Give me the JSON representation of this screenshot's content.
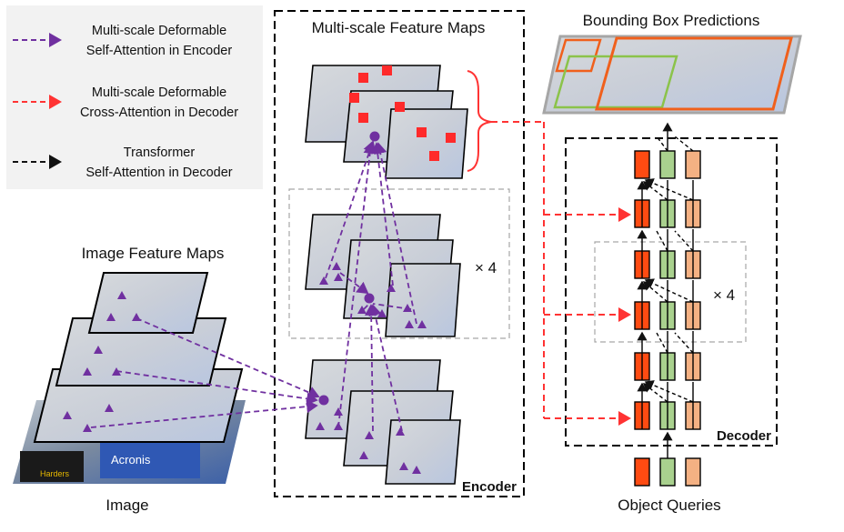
{
  "legend": {
    "items": [
      {
        "line1": "Multi-scale Deformable",
        "line2": "Self-Attention in Encoder",
        "color": "#7030a0"
      },
      {
        "line1": "Multi-scale Deformable",
        "line2": "Cross-Attention in Decoder",
        "color": "#ff3333"
      },
      {
        "line1": "Transformer",
        "line2": "Self-Attention in Decoder",
        "color": "#111111"
      }
    ]
  },
  "labels": {
    "image_feature_maps": "Image Feature Maps",
    "image": "Image",
    "multiscale_feature_maps": "Multi-scale Feature Maps",
    "encoder": "Encoder",
    "repeat_encoder": "× 4",
    "bounding_box_predictions": "Bounding Box Predictions",
    "decoder": "Decoder",
    "repeat_decoder": "× 4",
    "object_queries": "Object Queries"
  },
  "photo": {
    "sponsor_text": "Acronis",
    "logo_text": "Harders"
  },
  "colors": {
    "purple": "#7030a0",
    "red_arrow": "#ff3333",
    "square": "#ff2a2a",
    "query_red": "#ff4b12",
    "query_green": "#a9d18e",
    "query_peach": "#f4b183",
    "box_orange": "#f0601c",
    "box_green": "#8bc34a"
  }
}
